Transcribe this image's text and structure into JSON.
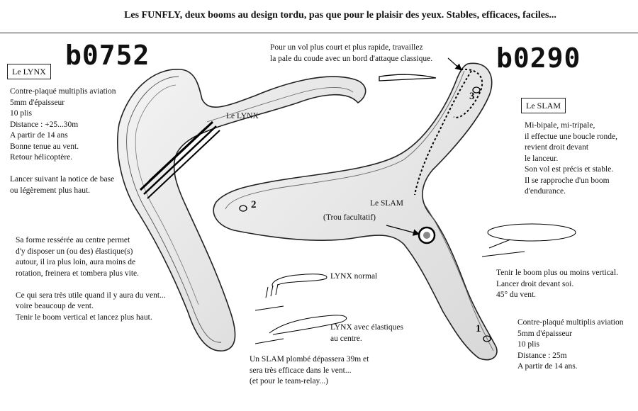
{
  "header": {
    "title": "Les FUNFLY, deux booms au design tordu, pas que pour le plaisir des yeux. Stables, efficaces, faciles..."
  },
  "codes": {
    "left": "b0752",
    "right": "b0290"
  },
  "lynx": {
    "box_label": "Le LYNX",
    "specs": "Contre-plaqué multiplis aviation\n5mm d'épaisseur\n10 plis\nDistance : +25...30m\nA partir de 14 ans\nBonne tenue au vent.\nRetour hélicoptère.\n\nLancer suivant la notice de base\nou légèrement plus haut.",
    "center_note": "Sa forme ressérée au centre permet\nd'y disposer un (ou des) élastique(s)\nautour, il ira plus loin, aura moins de\nrotation, freinera et tombera plus vite.\n\nCe qui sera très utile quand il y aura du vent...\nvoire beaucoup de vent.\nTenir le boom vertical et lancez plus haut.",
    "drawing_label": "Le LYNX",
    "flight_normal": "LYNX normal",
    "flight_elastic": "LYNX avec élastiques\nau centre."
  },
  "slam": {
    "box_label": "Le SLAM",
    "description": "Mi-bipale, mi-tripale,\nil effectue une boucle ronde,\nrevient droit devant\nle lanceur.\nSon vol est précis et stable.\nIl se rapproche d'un boom\nd'endurance.",
    "drawing_label": "Le SLAM",
    "hole_label": "(Trou facultatif)",
    "throw_note": "Tenir le boom plus ou moins vertical.\nLancer droit devant soi.\n45° du vent.",
    "specs": "Contre-plaqué multiplis aviation\n5mm d'épaisseur\n10 plis\nDistance : 25m\nA partir de 14 ans.",
    "wing_numbers": [
      "3",
      "2",
      "1"
    ]
  },
  "top_note": "Pour un vol plus court et plus rapide, travaillez\nla pale du coude avec un bord d'attaque classique.",
  "bottom_note": "Un SLAM plombé dépassera 39m et\nsera très efficace dans le vent...\n(et pour le team-relay...)"
}
